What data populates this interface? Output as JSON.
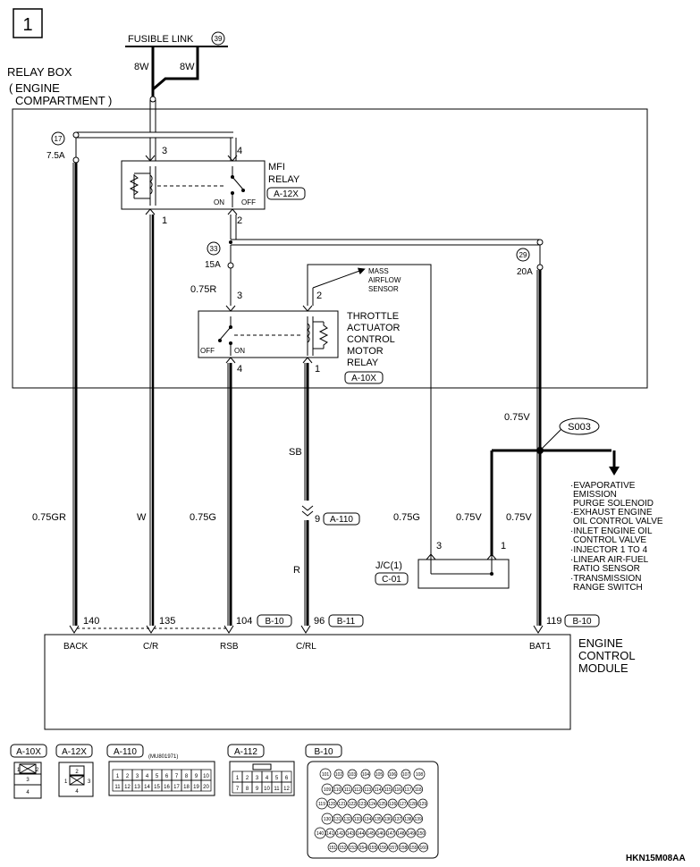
{
  "page_number": "1",
  "fusible_link": {
    "label": "FUSIBLE LINK",
    "number": "39",
    "wire_left": "8W",
    "wire_right": "8W"
  },
  "relay_box": {
    "line1": "RELAY BOX",
    "line2": "ENGINE",
    "line3": "COMPARTMENT"
  },
  "fuses": {
    "f17": {
      "number": "17",
      "rating": "7.5A"
    },
    "f33": {
      "number": "33",
      "rating": "15A"
    },
    "f29": {
      "number": "29",
      "rating": "20A"
    }
  },
  "mfi_relay": {
    "line1": "MFI",
    "line2": "RELAY",
    "connector": "A-12X",
    "pin3": "3",
    "pin4": "4",
    "pin1": "1",
    "pin2": "2",
    "on": "ON",
    "off": "OFF"
  },
  "throttle_relay": {
    "line1": "THROTTLE",
    "line2": "ACTUATOR",
    "line3": "CONTROL",
    "line4": "MOTOR",
    "line5": "RELAY",
    "connector": "A-10X",
    "pin3": "3",
    "pin2": "2",
    "pin4": "4",
    "pin1": "1",
    "off": "OFF",
    "on": "ON",
    "wire_in": "0.75R"
  },
  "mass_airflow": {
    "line1": "MASS",
    "line2": "AIRFLOW",
    "line3": "SENSOR"
  },
  "wires": {
    "back": "0.75GR",
    "cr": "W",
    "rsb": "0.75G",
    "sb": "SB",
    "r": "R",
    "jc3": "0.75G",
    "jc1": "0.75V",
    "bat": "0.75V",
    "s003_left": "0.75V"
  },
  "a110": {
    "pin": "9",
    "connector": "A-110"
  },
  "splice": "S003",
  "junction": {
    "label": "J/C(1)",
    "connector": "C-01",
    "pin3": "3",
    "pin1": "1"
  },
  "outputs": [
    "·EVAPORATIVE",
    "EMISSION",
    "PURGE SOLENOID",
    "·EXHAUST ENGINE",
    "OIL CONTROL VALVE",
    "·INLET ENGINE OIL",
    "CONTROL VALVE",
    "·INJECTOR 1 TO 4",
    "·LINEAR AIR-FUEL",
    "RATIO SENSOR",
    "·TRANSMISSION",
    "RANGE SWITCH"
  ],
  "ecm": {
    "line1": "ENGINE",
    "line2": "CONTROL",
    "line3": "MODULE",
    "pins": {
      "back": "140",
      "cr": "135",
      "rsb": "104",
      "crl": "96",
      "bat1": "119"
    },
    "conn_b10": "B-10",
    "conn_b11": "B-11",
    "labels": {
      "back": "BACK",
      "cr": "C/R",
      "rsb": "RSB",
      "crl": "C/RL",
      "bat1": "BAT1"
    }
  },
  "connectors": {
    "a10x": {
      "label": "A-10X",
      "pins": [
        "1",
        "2",
        "3",
        "4"
      ]
    },
    "a12x": {
      "label": "A-12X",
      "pins": [
        "1",
        "2",
        "3",
        "4"
      ]
    },
    "a110": {
      "label": "A-110",
      "part": "(MU801971)",
      "row1": [
        "1",
        "2",
        "3",
        "4",
        "5",
        "6",
        "7",
        "8",
        "9",
        "10"
      ],
      "row2": [
        "11",
        "12",
        "13",
        "14",
        "15",
        "16",
        "17",
        "18",
        "19",
        "20"
      ]
    },
    "a112": {
      "label": "A-112",
      "row1": [
        "1",
        "2",
        "3",
        "4",
        "5",
        "6"
      ],
      "row2": [
        "7",
        "8",
        "9",
        "10",
        "11",
        "12"
      ]
    },
    "b10": {
      "label": "B-10",
      "row1": [
        "101",
        "102",
        "103",
        "104",
        "105",
        "106",
        "107",
        "108"
      ],
      "row2": [
        "109",
        "110",
        "111",
        "112",
        "113",
        "114",
        "115",
        "116",
        "117",
        "118"
      ],
      "row3": [
        "119",
        "120",
        "121",
        "122",
        "123",
        "124",
        "125",
        "126",
        "127",
        "128",
        "129"
      ],
      "row4": [
        "130",
        "131",
        "132",
        "133",
        "134",
        "135",
        "136",
        "137",
        "138",
        "139"
      ],
      "row5": [
        "140",
        "141",
        "142",
        "143",
        "144",
        "145",
        "146",
        "147",
        "148",
        "149",
        "150"
      ],
      "row6": [
        "151",
        "152",
        "153",
        "154",
        "155",
        "156",
        "157",
        "158",
        "159",
        "160"
      ]
    }
  },
  "figure_code": "HKN15M08AA"
}
